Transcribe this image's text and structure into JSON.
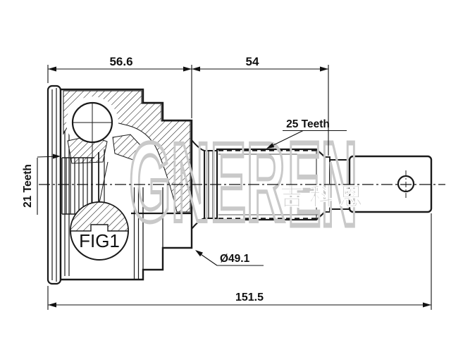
{
  "drawing": {
    "figure_label": "FIG1",
    "dimensions": {
      "housing_width": "56.6",
      "spline_length": "54",
      "overall_length": "151.5",
      "ring_diameter": "Ø49.1"
    },
    "labels": {
      "outer_spline": "25 Teeth",
      "inner_spline": "21 Teeth"
    },
    "watermark": {
      "latin_main": "GNER",
      "latin_tail": "EN",
      "cjk": "吉科恩"
    },
    "colors": {
      "line": "#1a1a1a",
      "watermark": "#c9c9c9",
      "background": "#ffffff"
    }
  }
}
